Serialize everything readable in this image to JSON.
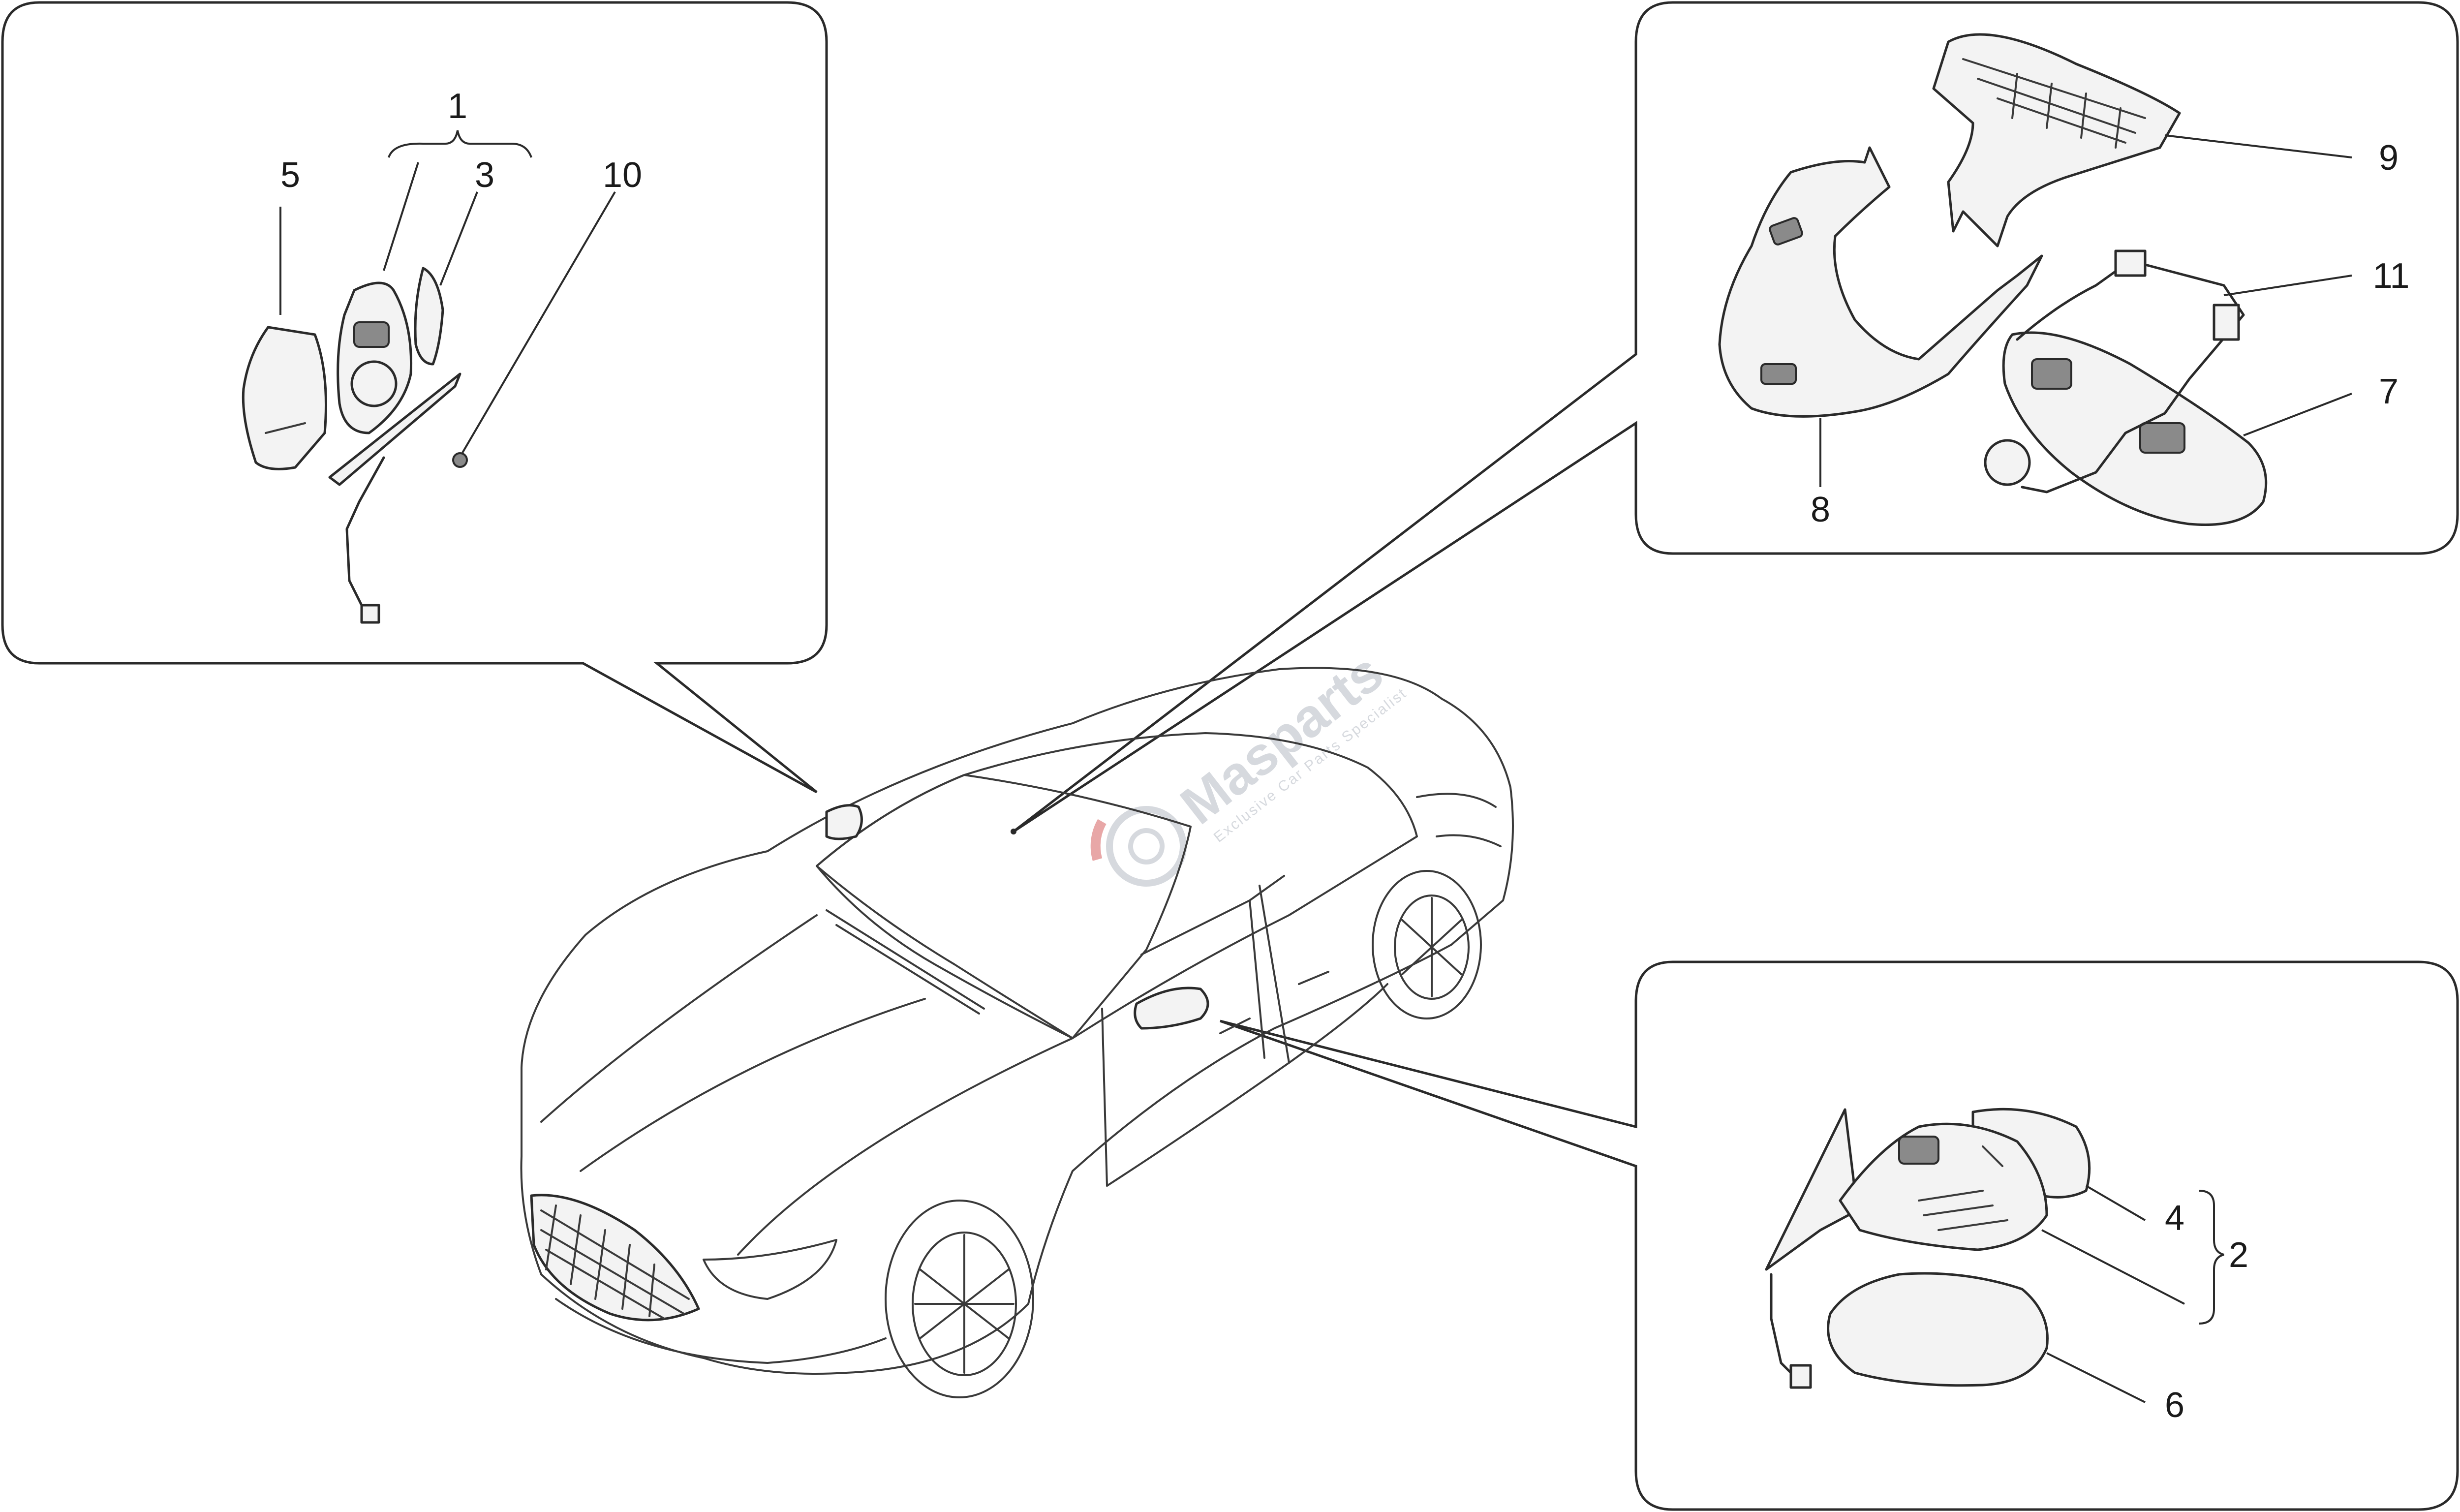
{
  "watermark": {
    "brand": "Masparts",
    "tagline": "Exclusive Car Parts Specialist"
  },
  "callouts": [
    {
      "id": "top-left",
      "labels": [
        "1",
        "3",
        "5",
        "10"
      ]
    },
    {
      "id": "top-right",
      "labels": [
        "9",
        "11",
        "7",
        "8"
      ]
    },
    {
      "id": "bottom-right",
      "labels": [
        "4",
        "2",
        "6"
      ]
    }
  ],
  "labels": {
    "l1": "1",
    "l2": "2",
    "l3": "3",
    "l4": "4",
    "l5": "5",
    "l6": "6",
    "l7": "7",
    "l8": "8",
    "l9": "9",
    "l10": "10",
    "l11": "11"
  }
}
